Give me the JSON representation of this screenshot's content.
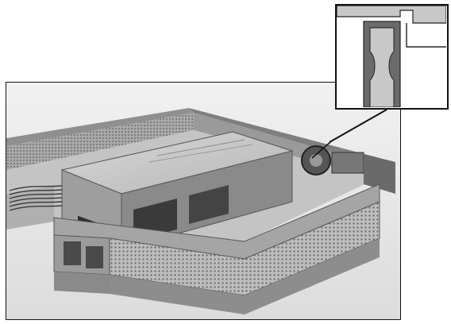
{
  "figure": {
    "photo": {
      "subject": "computer-chassis-with-power-supply",
      "style": "grayscale-photo"
    },
    "inset": {
      "subject": "cross-section-detail"
    },
    "colors": {
      "frame": "#111111",
      "background": "#ffffff",
      "metal_light": "#cfcfcf",
      "metal_mid": "#9a9a9a",
      "metal_dark": "#4a4a4a",
      "inset_gray": "#c8c8c8",
      "inset_dark": "#6b6b6b"
    }
  }
}
